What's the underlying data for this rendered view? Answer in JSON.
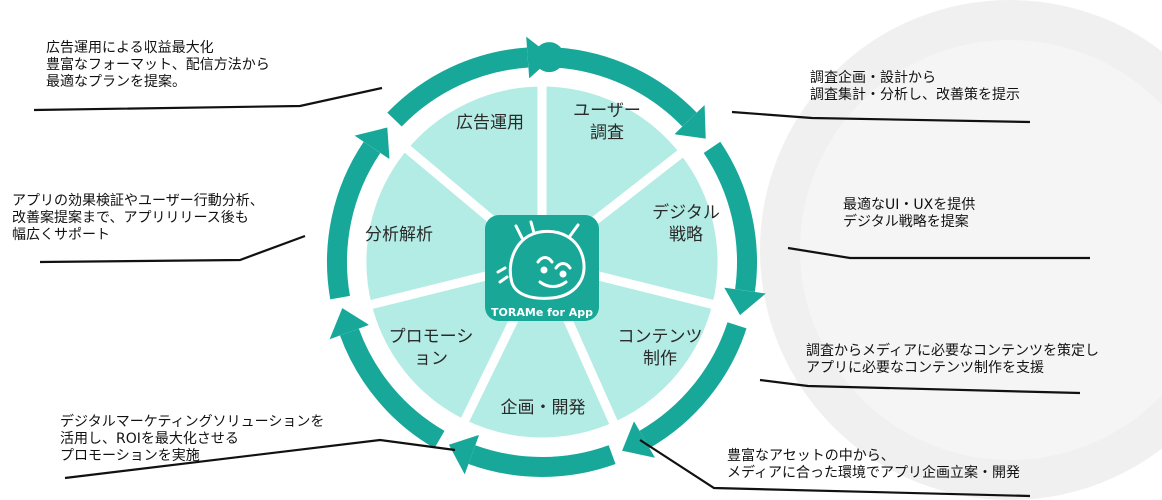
{
  "colors": {
    "ring": "#17a89a",
    "segment": "#b3ece4",
    "app_icon": "#19a898",
    "watermark": "#f4f4f4",
    "leader": "#111111"
  },
  "center": {
    "icon": "tiger-face-icon",
    "label": "TORAMe for App"
  },
  "segments": [
    {
      "lines": [
        "広告運用"
      ]
    },
    {
      "lines": [
        "ユーザー",
        "調査"
      ]
    },
    {
      "lines": [
        "デジタル",
        "戦略"
      ]
    },
    {
      "lines": [
        "コンテンツ",
        "制作"
      ]
    },
    {
      "lines": [
        "企画・開発"
      ]
    },
    {
      "lines": [
        "プロモーシ",
        "ョン"
      ]
    },
    {
      "lines": [
        "分析解析"
      ]
    }
  ],
  "callouts": {
    "ad": [
      "広告運用による収益最大化",
      "豊富なフォーマット、配信方法から",
      "最適なプランを提案。"
    ],
    "research": [
      "調査企画・設計から",
      "調査集計・分析し、改善策を提示"
    ],
    "strategy": [
      "最適なUI・UXを提供",
      "デジタル戦略を提案"
    ],
    "content": [
      "調査からメディアに必要なコンテンツを策定し",
      "アプリに必要なコンテンツ制作を支援"
    ],
    "dev": [
      "豊富なアセットの中から、",
      "メディアに合った環境でアプリ企画立案・開発"
    ],
    "promotion": [
      "デジタルマーケティングソリューションを",
      "活用し、ROIを最大化させる",
      "プロモーションを実施"
    ],
    "analysis": [
      "アプリの効果検証やユーザー行動分析、",
      "改善案提案まで、アプリリリース後も",
      "幅広くサポート"
    ]
  }
}
